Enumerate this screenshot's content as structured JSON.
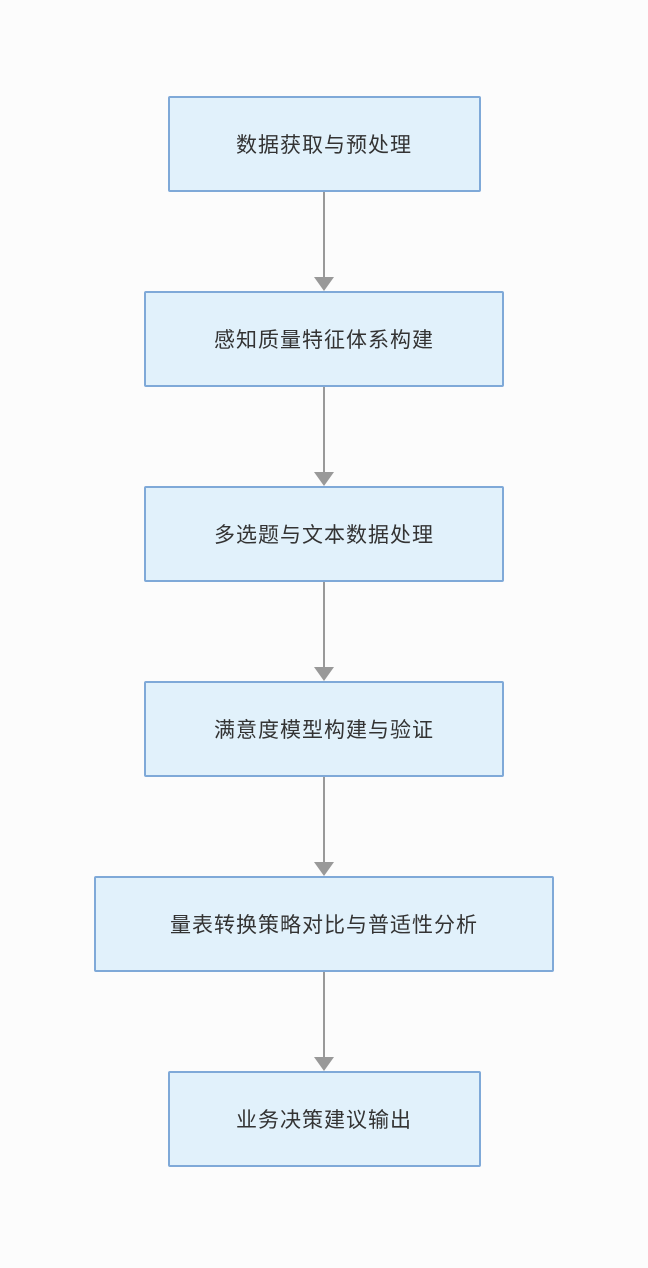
{
  "diagram": {
    "type": "flowchart",
    "direction": "top-to-bottom",
    "nodes": [
      {
        "label": "数据获取与预处理"
      },
      {
        "label": "感知质量特征体系构建"
      },
      {
        "label": "多选题与文本数据处理"
      },
      {
        "label": "满意度模型构建与验证"
      },
      {
        "label": "量表转换策略对比与普适性分析"
      },
      {
        "label": "业务决策建议输出"
      }
    ],
    "edges": [
      {
        "from": 0,
        "to": 1,
        "style": "arrow-down"
      },
      {
        "from": 1,
        "to": 2,
        "style": "arrow-down"
      },
      {
        "from": 2,
        "to": 3,
        "style": "arrow-down"
      },
      {
        "from": 3,
        "to": 4,
        "style": "arrow-down"
      },
      {
        "from": 4,
        "to": 5,
        "style": "arrow-down"
      }
    ],
    "colors": {
      "background": "#fcfcfc",
      "node_fill": "#e1f1fb",
      "node_border": "#7fa9d8",
      "text": "#333333",
      "arrow": "#999999"
    }
  }
}
